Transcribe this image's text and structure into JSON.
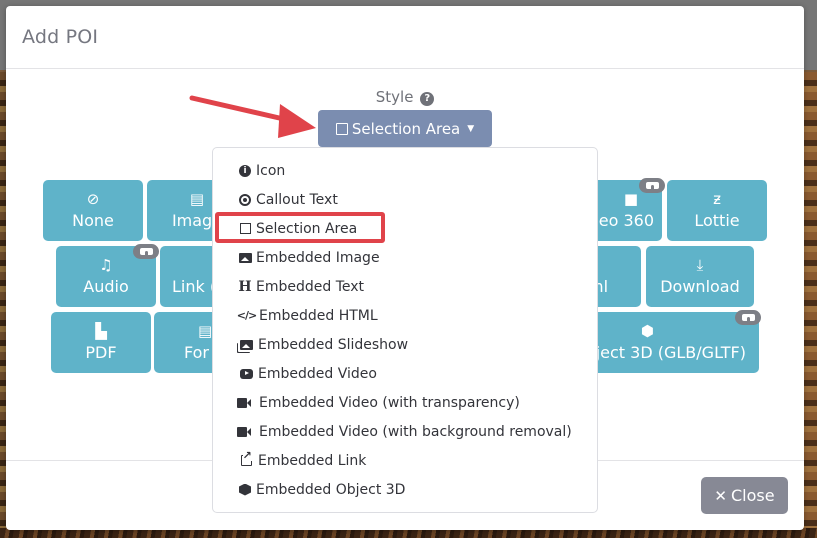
{
  "modal": {
    "title": "Add POI",
    "style_label": "Style",
    "help_icon": "question-circle-icon",
    "style_selected": "Selection Area",
    "style_selected_icon": "square-icon"
  },
  "tiles": [
    {
      "label": "None",
      "icon": "ban-icon",
      "glyph": "⊘",
      "vr": false
    },
    {
      "label": "Image",
      "icon": "image-icon",
      "glyph": "▤",
      "vr": false
    },
    {
      "label": "Video 360",
      "icon": "video-camera-icon",
      "glyph": "■",
      "vr": true
    },
    {
      "label": "Lottie",
      "icon": "lottie-icon",
      "glyph": "ƶ",
      "vr": false
    },
    {
      "label": "Audio",
      "icon": "music-note-icon",
      "glyph": "♫",
      "vr": true
    },
    {
      "label": "Link",
      "icon": "link-icon",
      "glyph": "",
      "vr": false
    },
    {
      "label": "Html",
      "icon": "code-icon",
      "glyph": "›",
      "vr": false
    },
    {
      "label": "Download",
      "icon": "download-icon",
      "glyph": "⤓",
      "vr": false
    },
    {
      "label": "PDF",
      "icon": "file-pdf-icon",
      "glyph": "▙",
      "vr": false
    },
    {
      "label": "Form",
      "icon": "form-icon",
      "glyph": "▤",
      "vr": false
    },
    {
      "label": "Object 3D (GLB/GLTF)",
      "icon": "cube-icon",
      "glyph": "⬢",
      "vr": true
    }
  ],
  "tile_visible_text": {
    "video360": "eo 360",
    "link": "Link (",
    "html": "ml",
    "form": "For",
    "object3d": "ject 3D (GLB/GLTF)"
  },
  "menu": {
    "items": [
      {
        "label": "Icon",
        "icon": "info-circle-icon"
      },
      {
        "label": "Callout Text",
        "icon": "bullseye-icon"
      },
      {
        "label": "Selection Area",
        "icon": "square-icon",
        "highlighted": true
      },
      {
        "label": "Embedded Image",
        "icon": "image-icon"
      },
      {
        "label": "Embedded Text",
        "icon": "heading-icon"
      },
      {
        "label": "Embedded HTML",
        "icon": "code-icon"
      },
      {
        "label": "Embedded Slideshow",
        "icon": "images-icon"
      },
      {
        "label": "Embedded Video",
        "icon": "youtube-icon"
      },
      {
        "label": "Embedded Video (with transparency)",
        "icon": "video-camera-icon"
      },
      {
        "label": "Embedded Video (with background removal)",
        "icon": "video-camera-icon"
      },
      {
        "label": "Embedded Link",
        "icon": "external-link-icon"
      },
      {
        "label": "Embedded Object 3D",
        "icon": "cube-icon"
      }
    ]
  },
  "footer": {
    "close_label": "Close",
    "close_icon": "times-icon"
  },
  "colors": {
    "tile": "#5fb3c9",
    "dropdown": "#7b8db0",
    "close": "#878995",
    "highlight": "#e0434a",
    "vr_badge": "#7d7f86"
  }
}
